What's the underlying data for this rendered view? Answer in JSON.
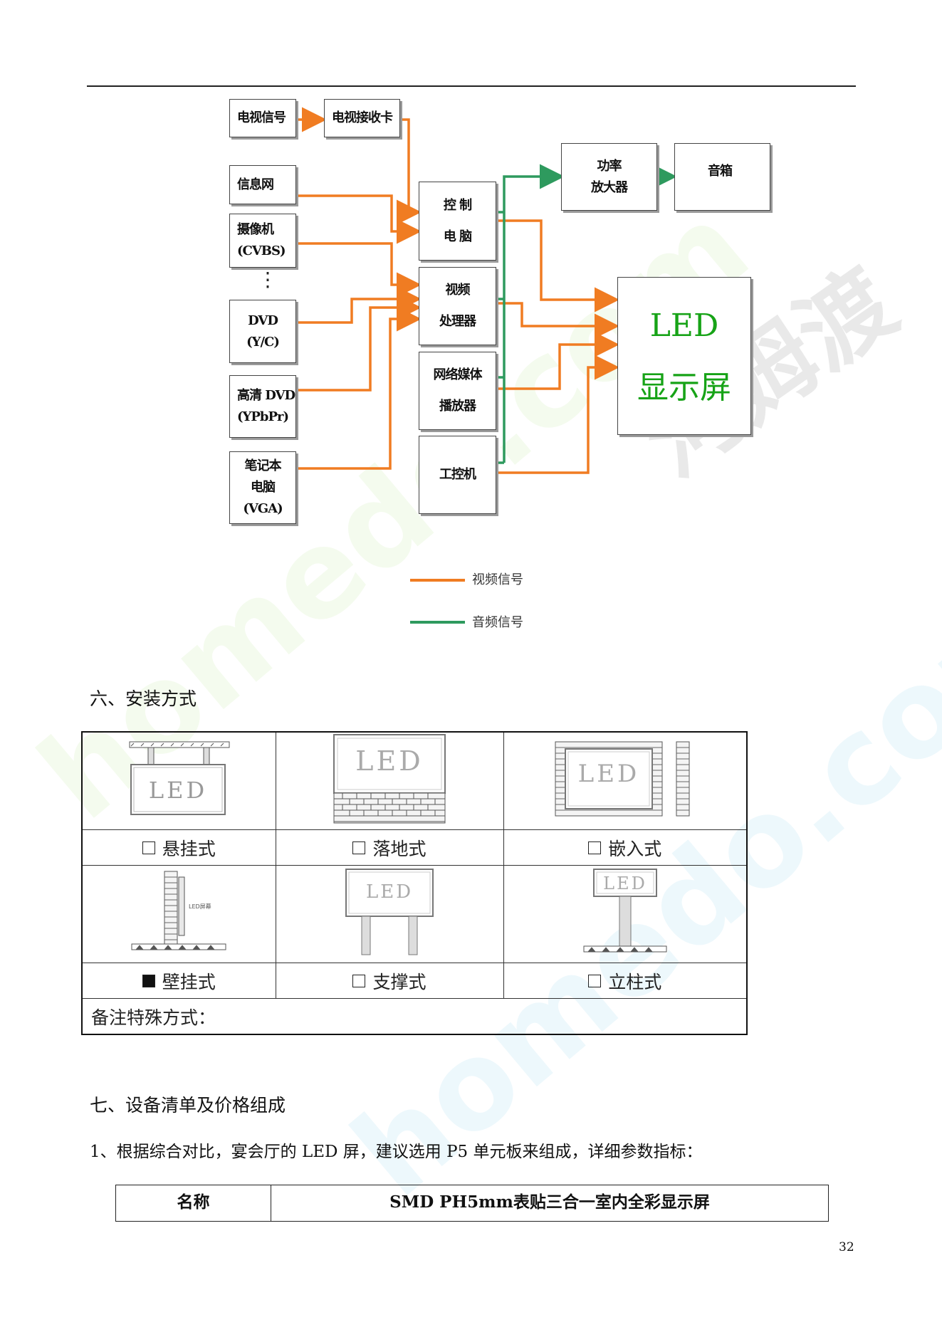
{
  "diagram": {
    "nodes": {
      "tv_signal": [
        "电视信号"
      ],
      "tv_card": [
        "电视接收卡"
      ],
      "info_net": [
        "信息网"
      ],
      "camera": [
        "摄像机",
        "(CVBS)"
      ],
      "dvd": [
        "DVD",
        "(Y/C)"
      ],
      "hd_dvd": [
        "高清 DVD",
        "(YPbPr)"
      ],
      "laptop": [
        "笔记本",
        "电脑",
        "(VGA)"
      ],
      "control_pc": [
        "控 制",
        "电 脑"
      ],
      "video_proc": [
        "视频",
        "处理器"
      ],
      "net_player": [
        "网络媒体",
        "播放器"
      ],
      "ipc": [
        "工控机"
      ],
      "amp": [
        "功率",
        "放大器"
      ],
      "speaker": [
        "音箱"
      ],
      "led_screen": [
        "LED",
        "显示屏"
      ]
    },
    "ellipsis": "⋮",
    "legend": [
      {
        "label": "视频信号",
        "color": "#f07c22"
      },
      {
        "label": "音频信号",
        "color": "#2e9a5e"
      }
    ]
  },
  "section6": {
    "title": "六、安装方式",
    "options": [
      {
        "label": "悬挂式",
        "checked": false,
        "icon": "hanging-led-icon"
      },
      {
        "label": "落地式",
        "checked": false,
        "icon": "floor-led-icon"
      },
      {
        "label": "嵌入式",
        "checked": false,
        "icon": "embedded-led-icon"
      },
      {
        "label": "壁挂式",
        "checked": true,
        "icon": "wall-mounted-led-icon"
      },
      {
        "label": "支撑式",
        "checked": false,
        "icon": "supported-led-icon"
      },
      {
        "label": "立柱式",
        "checked": false,
        "icon": "pillar-led-icon"
      }
    ],
    "note": "备注特殊方式：",
    "pic_text": {
      "led": "LED",
      "wall_small": "LED屏幕"
    }
  },
  "section7": {
    "title": "七、设备清单及价格组成",
    "para": "1、根据综合对比，宴会厅的 LED 屏，建议选用 P5 单元板来组成，详细参数指标：",
    "table": {
      "name_label": "名称",
      "name_value": "SMD PH5mm表贴三合一室内全彩显示屏"
    }
  },
  "page_number": "32",
  "watermarks": [
    "homedo.com",
    "河姆渡"
  ]
}
